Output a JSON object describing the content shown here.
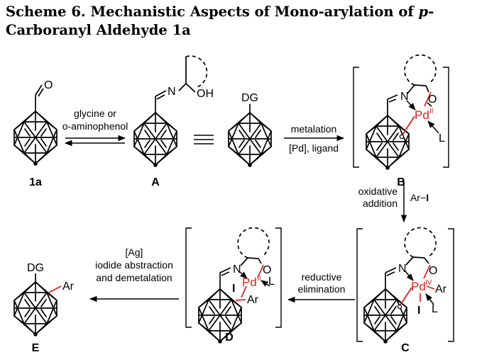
{
  "scheme": {
    "title_prefix": "Scheme 6. Mechanistic Aspects of Mono-arylation of ",
    "title_italic": "p",
    "title_suffix": "-",
    "title_line2": "Carboranyl Aldehyde 1a"
  },
  "compounds": {
    "c1a": "1a",
    "A": "A",
    "B": "B",
    "C": "C",
    "D": "D",
    "E": "E"
  },
  "atoms": {
    "O": "O",
    "N": "N",
    "OH": "OH",
    "DG": "DG",
    "Pd": "Pd",
    "ox_II": "II",
    "ox_IV": "IV",
    "L": "L",
    "I": "I",
    "Ar": "Ar"
  },
  "reagents": {
    "step1_line1": "glycine or",
    "step1_line2": "o-aminophenol",
    "metalation_top": "metalation",
    "metalation_bottom": "[Pd], ligand",
    "oxadd_line1": "oxidative",
    "oxadd_line2": "addition",
    "oxadd_reagent": "Ar−",
    "oxadd_reagent_bold": "I",
    "redelim_line1": "reductive",
    "redelim_line2": "elimination",
    "final_line1": "[Ag]",
    "final_line2": "iodide abstraction",
    "final_line3": "and demetalation"
  },
  "colors": {
    "pd": "#e0201c",
    "bond": "#000000"
  }
}
